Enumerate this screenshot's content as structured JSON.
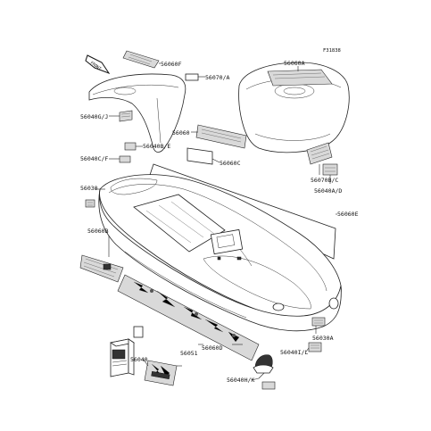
{
  "figure_code": "F31838",
  "front_indicator": "FRONT",
  "labels": [
    {
      "id": "56060F",
      "text": "56060F"
    },
    {
      "id": "56070A",
      "text": "56070/A"
    },
    {
      "id": "56060A",
      "text": "56060A"
    },
    {
      "id": "56040GJ",
      "text": "56040G/J"
    },
    {
      "id": "56060",
      "text": "56060"
    },
    {
      "id": "56040BE",
      "text": "56040B/E"
    },
    {
      "id": "56060C",
      "text": "56060C"
    },
    {
      "id": "56040CF",
      "text": "56040C/F"
    },
    {
      "id": "56070BC",
      "text": "56070B/C"
    },
    {
      "id": "56040AD",
      "text": "56040A/D"
    },
    {
      "id": "56030",
      "text": "56030"
    },
    {
      "id": "56060E",
      "text": "56060E"
    },
    {
      "id": "56060B",
      "text": "56060B"
    },
    {
      "id": "56030A",
      "text": "56030A"
    },
    {
      "id": "56060D",
      "text": "56060D"
    },
    {
      "id": "56051",
      "text": "56051"
    },
    {
      "id": "56040",
      "text": "56040"
    },
    {
      "id": "56040IL",
      "text": "56040I/L"
    },
    {
      "id": "56040HK",
      "text": "56040H/K"
    }
  ]
}
